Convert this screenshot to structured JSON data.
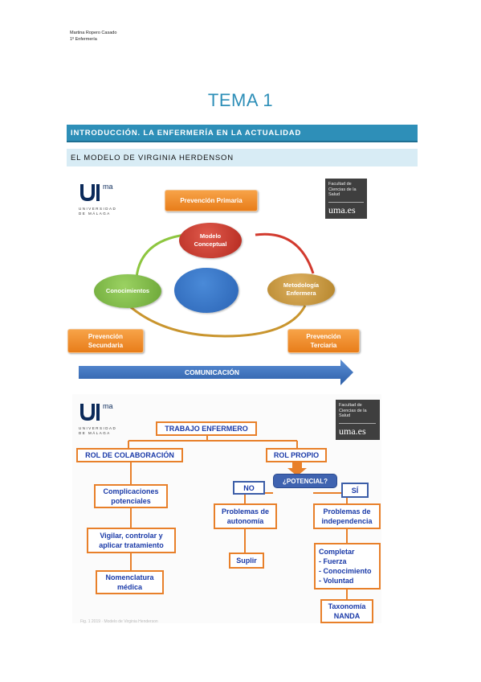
{
  "header": {
    "author": "Martina Ropero Casado",
    "course": "1º Enfermería"
  },
  "title": "TEMA 1",
  "section_bar": "INTRODUCCIÓN. LA ENFERMERÍA EN LA ACTUALIDAD",
  "subsection_bar": "EL MODELO DE VIRGINIA HERDENSON",
  "logos": {
    "uma_ma": "ma",
    "uma_text_1": "UNIVERSIDAD",
    "uma_text_2": "DE MÁLAGA",
    "faculty_text": "Facultad de Ciencias de la Salud",
    "faculty_brand": "uma.es"
  },
  "diagram1": {
    "prevencion_primaria": "Prevención Primaria",
    "modelo_conceptual": "Modelo Conceptual",
    "conocimientos": "Conocimientos",
    "metodologia": "Metodología Enfermera",
    "prevencion_secundaria": "Prevención Secundaria",
    "prevencion_terciaria": "Prevención Terciaria",
    "comunicacion": "COMUNICACIÓN",
    "colors": {
      "red": "#c0392b",
      "green": "#7ab648",
      "gold": "#c9952e",
      "blue": "#2f6fbf",
      "orange": "#e87d1a"
    }
  },
  "diagram2": {
    "trabajo": "TRABAJO ENFERMERO",
    "rol_colaboracion": "ROL DE COLABORACIÓN",
    "rol_propio": "ROL PROPIO",
    "potencial": "¿POTENCIAL?",
    "no": "NO",
    "si": "SÍ",
    "complicaciones": "Complicaciones potenciales",
    "vigilar": "Vigilar, controlar y aplicar tratamiento",
    "nomenclatura": "Nomenclatura médica",
    "autonomia": "Problemas de autonomía",
    "suplir": "Suplir",
    "independencia": "Problemas de independencia",
    "completar": "Completar",
    "completar_items": [
      "- Fuerza",
      "- Conocimiento",
      "- Voluntad"
    ],
    "taxonomia": "Taxonomía NANDA",
    "footnote": "Fig. 1 2019 · Modelo de Virginia Henderson"
  }
}
